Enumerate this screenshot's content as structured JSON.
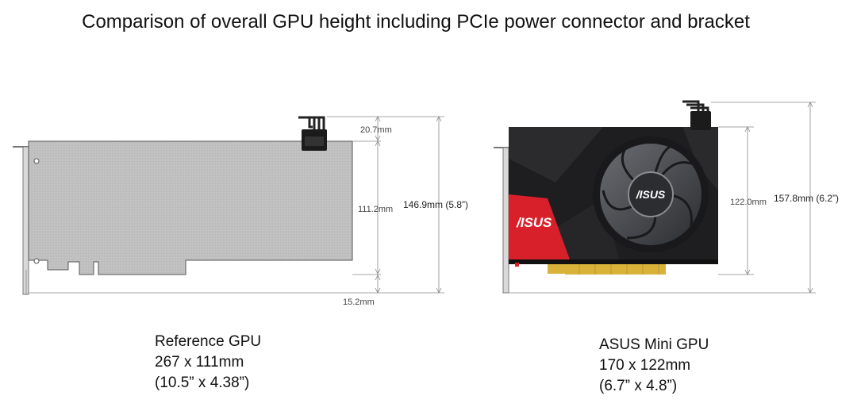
{
  "title": "Comparison of overall GPU height including PCIe power connector and bracket",
  "reference": {
    "name": "Reference GPU",
    "dims_mm": "267 x 111mm",
    "dims_in": "(10.5” x 4.38”)",
    "dim_connector": "20.7mm",
    "dim_card": "111.2mm",
    "dim_total": "146.9mm (5.8”)",
    "dim_bracket": "15.2mm"
  },
  "asus": {
    "name": "ASUS Mini GPU",
    "dims_mm": "170 x 122mm",
    "dims_in": "(6.7” x 4.8”)",
    "dim_card": "122.0mm",
    "dim_total": "157.8mm (6.2”)",
    "logo_text": "/ISUS"
  },
  "colors": {
    "ref_board": "#bfbfbf",
    "asus_board": "#1e1e20",
    "asus_accent": "#d8202a",
    "gold_finger": "#d9b23a"
  }
}
